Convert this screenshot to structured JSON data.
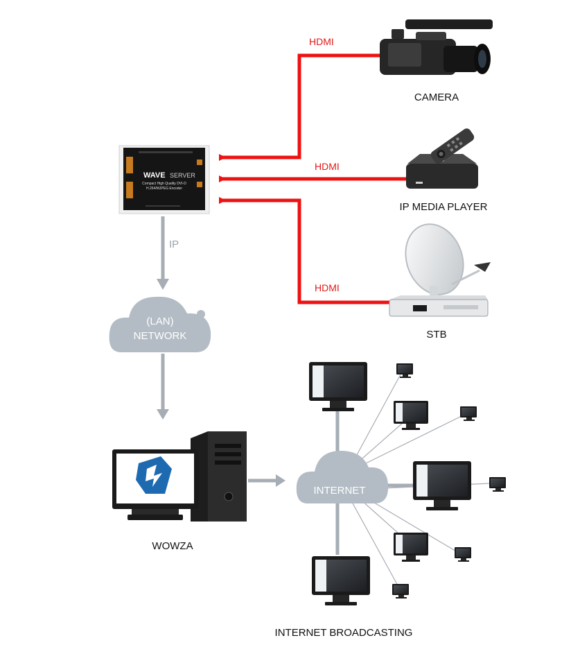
{
  "labels": {
    "camera": "CAMERA",
    "ip_media_player": "IP MEDIA PLAYER",
    "stb": "STB",
    "wowza": "WOWZA",
    "internet_broadcasting": "INTERNET BROADCASTING",
    "hdmi_camera": "HDMI",
    "hdmi_player": "HDMI",
    "hdmi_stb": "HDMI",
    "ip": "IP",
    "lan_line1": "(LAN)",
    "lan_line2": "NETWORK",
    "internet": "INTERNET"
  },
  "encoder": {
    "brand_part1": "WAVE",
    "brand_part2": "SERVER",
    "line1": "Compact High Quality DVI-D",
    "line2": "H.264/MJPEG Encoder"
  },
  "colors": {
    "hdmi_line": "#ee1111",
    "hdmi_label": "#e01818",
    "ip_connector": "#a6adb4",
    "cloud": "#b3bcc4",
    "node_label": "#111111"
  },
  "icons": {
    "camera": "video-camera-icon",
    "player": "media-player-box-icon",
    "stb": "satellite-dish-stb-icon",
    "encoder": "encoder-device-icon",
    "wowza": "wowza-server-icon",
    "monitor": "monitor-icon"
  }
}
